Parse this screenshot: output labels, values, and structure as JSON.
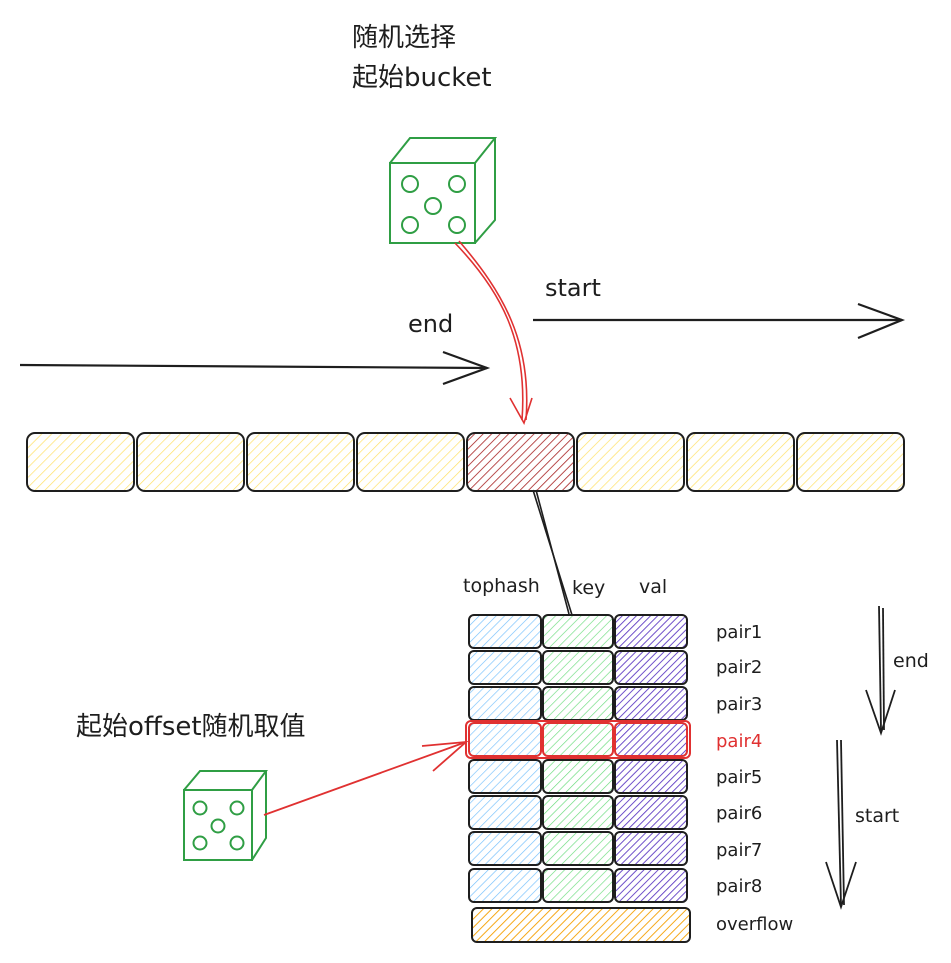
{
  "diagram": {
    "top_label_line1": "随机选择",
    "top_label_line2": "起始bucket",
    "offset_label": "起始offset随机取值",
    "top_arrows": {
      "start": "start",
      "end": "end"
    },
    "columns": [
      "tophash",
      "key",
      "val"
    ],
    "pairs": [
      "pair1",
      "pair2",
      "pair3",
      "pair4",
      "pair5",
      "pair6",
      "pair7",
      "pair8"
    ],
    "selected_pair": "pair4",
    "overflow": "overflow",
    "side_arrows": {
      "end": "end",
      "start": "start"
    },
    "bucket_count": 8,
    "selected_bucket_index": 4,
    "colors": {
      "bucket": "#ffec99",
      "bucket_selected": "#a61e1e",
      "tophash": "#a5d8ff",
      "key": "#b2f2bb",
      "val": "#5f3dc4",
      "overflow": "#f59f00",
      "dice": "#2f9e44",
      "red_arrow": "#e03131"
    }
  }
}
